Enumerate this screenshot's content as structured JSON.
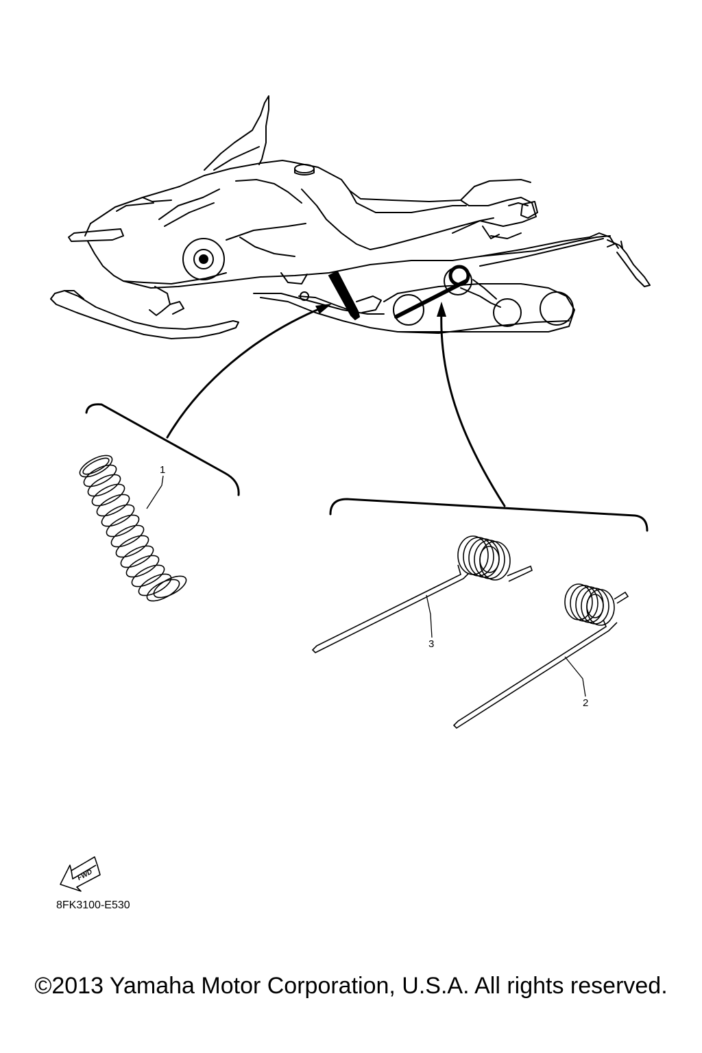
{
  "diagram": {
    "callouts": [
      {
        "id": "1",
        "label": "1"
      },
      {
        "id": "2",
        "label": "2"
      },
      {
        "id": "3",
        "label": "3"
      }
    ],
    "fwd_label": "FWD",
    "figure_code": "8FK3100-E530"
  },
  "footer": {
    "copyright": "©2013 Yamaha Motor Corporation, U.S.A. All rights reserved."
  },
  "colors": {
    "line": "#000000",
    "background": "#ffffff"
  }
}
